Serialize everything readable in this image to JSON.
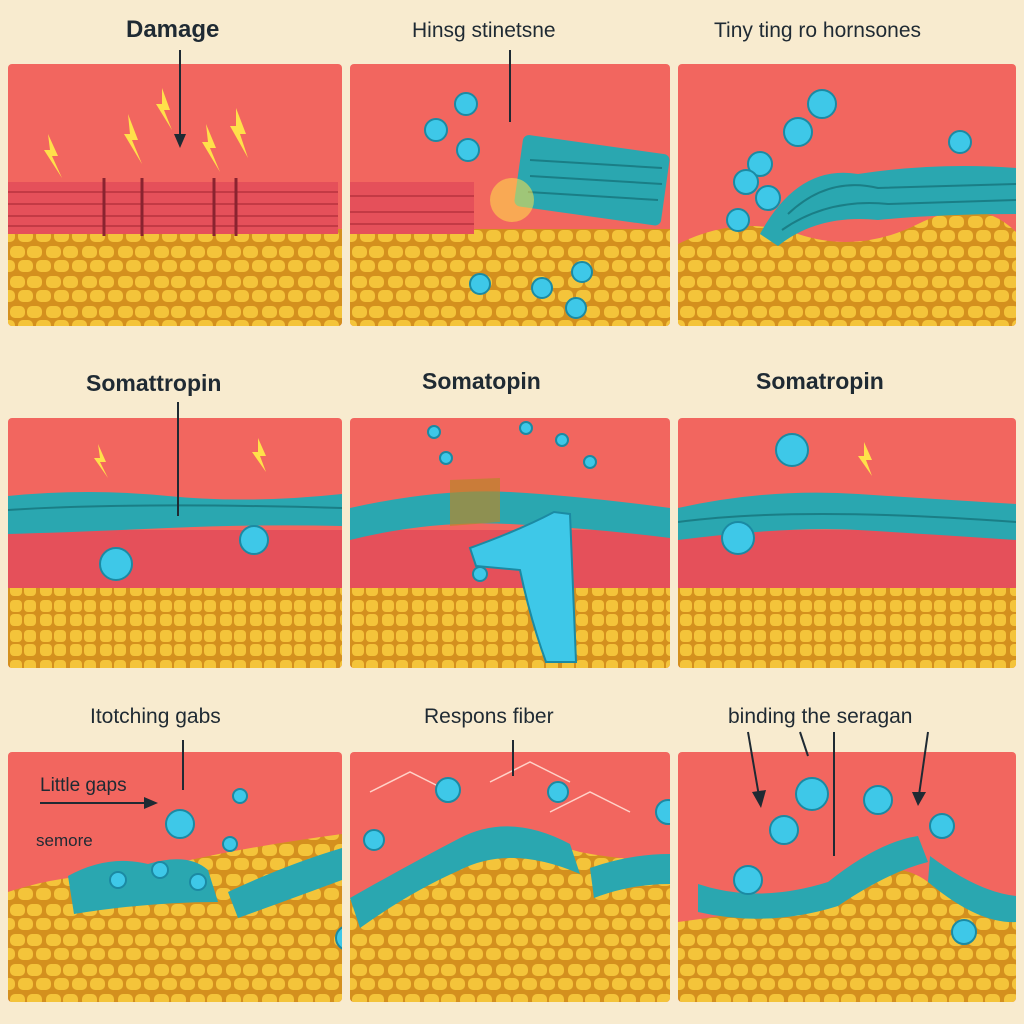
{
  "rows": [
    {
      "panels": [
        {
          "title": "Damage"
        },
        {
          "title": "Hinsg stinetsne"
        },
        {
          "title": "Tiny ting ro hornsones"
        }
      ]
    },
    {
      "panels": [
        {
          "title": "Somattropin"
        },
        {
          "title": "Somatopin"
        },
        {
          "title": "Somatropin"
        }
      ]
    },
    {
      "panels": [
        {
          "title": "Itotching gabs",
          "callouts": [
            "Little gaps",
            "semore"
          ]
        },
        {
          "title": "Respons fiber"
        },
        {
          "title": "binding the seragan"
        }
      ]
    }
  ],
  "colors": {
    "background": "#f8ebcf",
    "panel_red": "#f2665f",
    "fat_yellow": "#f4c43a",
    "fat_outline": "#d4901e",
    "fiber_teal": "#2aa7b0",
    "fiber_red": "#e5505a",
    "hormone_blue": "#3ec8e8",
    "spark_yellow": "#ffe04a"
  },
  "icons": [
    "hormone-molecule-icon",
    "spark-icon",
    "pointer-arrow-icon",
    "repair-tool-icon"
  ]
}
